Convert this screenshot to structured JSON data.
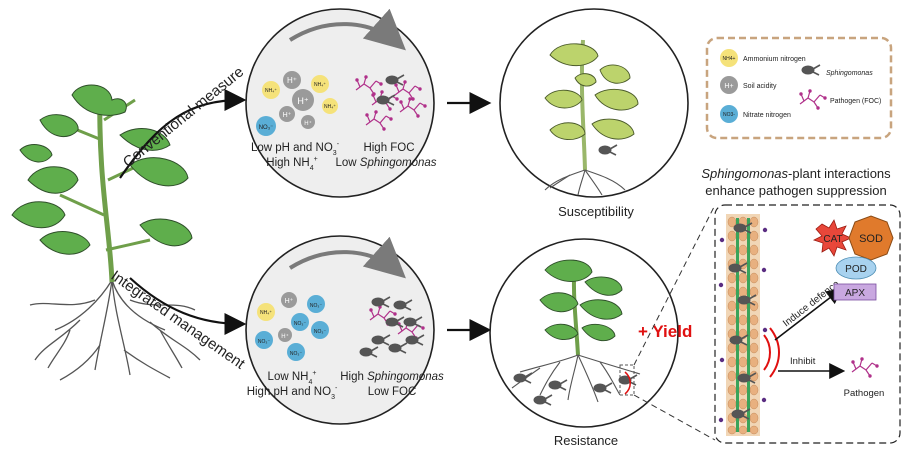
{
  "branches": {
    "conventional": "Conventional measure",
    "integrated": "Integrated management"
  },
  "top_circle": {
    "left_line1": "Low pH and NO",
    "left_line1_sub": "3",
    "left_line1_sup": "-",
    "left_line2": "High NH",
    "left_line2_sub": "4",
    "left_line2_sup": "+",
    "right_line1": "High FOC",
    "right_line2_prefix": "Low ",
    "right_line2_italic": "Sphingomonas"
  },
  "bottom_circle": {
    "left_line1": "Low NH",
    "left_line1_sub": "4",
    "left_line1_sup": "+",
    "left_line2": "High pH and NO",
    "left_line2_sub": "3",
    "left_line2_sup": "-",
    "right_line1_prefix": "High ",
    "right_line1_italic": "Sphingomonas",
    "right_line2": "Low FOC"
  },
  "outcomes": {
    "top": "Susceptibility",
    "bottom": "Resistance",
    "yield": "+ Yield"
  },
  "legend": {
    "ammonium": "Ammonium nitrogen",
    "acidity": "Soil acidity",
    "nitrate": "Nitrate nitrogen",
    "sphingomonas": "Sphingomonas",
    "pathogen": "Pathogen (FOC)",
    "ammonium_symbol": "NH4+",
    "acidity_symbol": "H+",
    "nitrate_symbol": "NO3-"
  },
  "interaction": {
    "title_italic": "Sphingomonas",
    "title_rest": "-plant interactions",
    "title_line2": "enhance pathogen suppression",
    "induce": "Induce defence",
    "inhibit": "Inhibit",
    "pathogen": "Pathogen",
    "enzymes": [
      "CAT",
      "SOD",
      "POD",
      "APX"
    ]
  },
  "colors": {
    "leaf": "#5fae4c",
    "leaf_dark": "#2f6b2a",
    "stem": "#6f9f4a",
    "root": "#555555",
    "circle_fill": "#eeeeee",
    "ammonium": "#f5e27a",
    "acidity": "#9a9a9a",
    "nitrate": "#5aaed6",
    "pathogen": "#b0318a",
    "bacteria": "#555555",
    "yield": "#e01010",
    "cat": "#e8473a",
    "sod": "#e07a2c",
    "pod": "#a8d2ef",
    "apx": "#c9a8e0",
    "legend_border": "#c8a47e",
    "yellowed_leaf": "#bcd36c"
  }
}
